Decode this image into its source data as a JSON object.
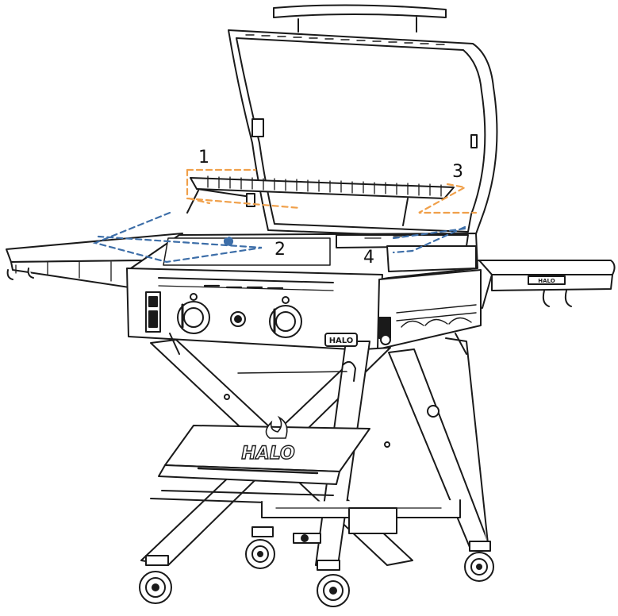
{
  "diagram": {
    "callouts": [
      {
        "id": "1",
        "label": "1"
      },
      {
        "id": "2",
        "label": "2"
      },
      {
        "id": "3",
        "label": "3"
      },
      {
        "id": "4",
        "label": "4"
      }
    ],
    "brand_marks": {
      "front_badge": "HALO",
      "side_tag": "HALO",
      "bottom_shelf_logo": "HALO"
    },
    "colors": {
      "line": "#1a1a1a",
      "fill": "#ffffff",
      "orange_dash": "#f0a04a",
      "blue_dash": "#3d6ea8"
    }
  }
}
